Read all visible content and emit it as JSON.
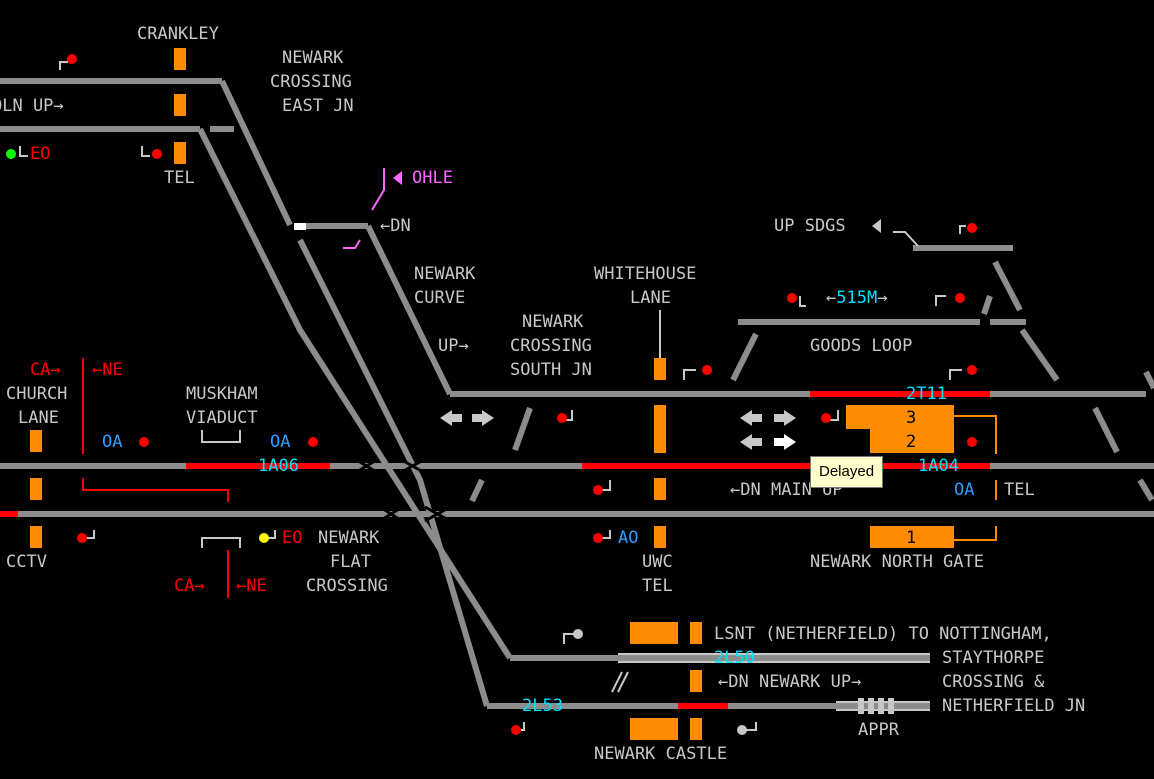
{
  "colors": {
    "background": "#000000",
    "track": "#8c8c8c",
    "occupied": "#ff0000",
    "platform": "#ff8c00",
    "label": "#c8c8c8",
    "berth": "#00e0ff",
    "signal_red": "#ff0000",
    "signal_green": "#00ff00",
    "signal_yellow": "#ffff00",
    "ohle": "#ff66ff",
    "auto_blue": "#2a9dff",
    "tooltip_bg": "#ffffcc"
  },
  "labels": {
    "crankley": "CRANKLEY",
    "newark_crossing_east_1": "NEWARK",
    "newark_crossing_east_2": "CROSSING",
    "newark_crossing_east_3": "EAST JN",
    "ln_up": "OLN UP",
    "tel_top": "TEL",
    "ohle": "OHLE",
    "dn_top": "DN",
    "newark_curve_1": "NEWARK",
    "newark_curve_2": "CURVE",
    "up_curve": "UP",
    "ncsj_1": "NEWARK",
    "ncsj_2": "CROSSING",
    "ncsj_3": "SOUTH JN",
    "whitehouse_1": "WHITEHOUSE",
    "whitehouse_2": "LANE",
    "up_sdgs": "UP SDGS",
    "goods_loop": "GOODS LOOP",
    "church_1": "CHURCH",
    "church_2": "LANE",
    "muskham_1": "MUSKHAM",
    "muskham_2": "VIADUCT",
    "ca_top": "CA",
    "ne_top": "NE",
    "ca_bottom": "CA",
    "ne_bottom": "NE",
    "dn_main_up": "DN MAIN UP",
    "tel_right": "TEL",
    "cctv": "CCTV",
    "newark_flat_1": "NEWARK",
    "newark_flat_2": "FLAT",
    "newark_flat_3": "CROSSING",
    "uwc_1": "UWC",
    "uwc_2": "TEL",
    "north_gate": "NEWARK NORTH GATE",
    "lsnt": "LSNT (NETHERFIELD) TO NOTTINGHAM,",
    "staythorpe_1": "STAYTHORPE",
    "staythorpe_2": "CROSSING &",
    "staythorpe_3": "NETHERFIELD JN",
    "dn_newark_up": "DN NEWARK UP",
    "appr": "APPR",
    "newark_castle": "NEWARK CASTLE",
    "eo": "EO",
    "auto": "A",
    "auto_o": "O"
  },
  "berths": {
    "b_2t11": "2T11",
    "b_515m": "515M",
    "b_1a06": "1A06",
    "b_1a04": "1A04",
    "b_2l50": "2L50",
    "b_2l53": "2L53"
  },
  "platforms": {
    "p3": "3",
    "p2": "2",
    "p1": "1"
  },
  "tooltip": {
    "text": "Delayed"
  }
}
